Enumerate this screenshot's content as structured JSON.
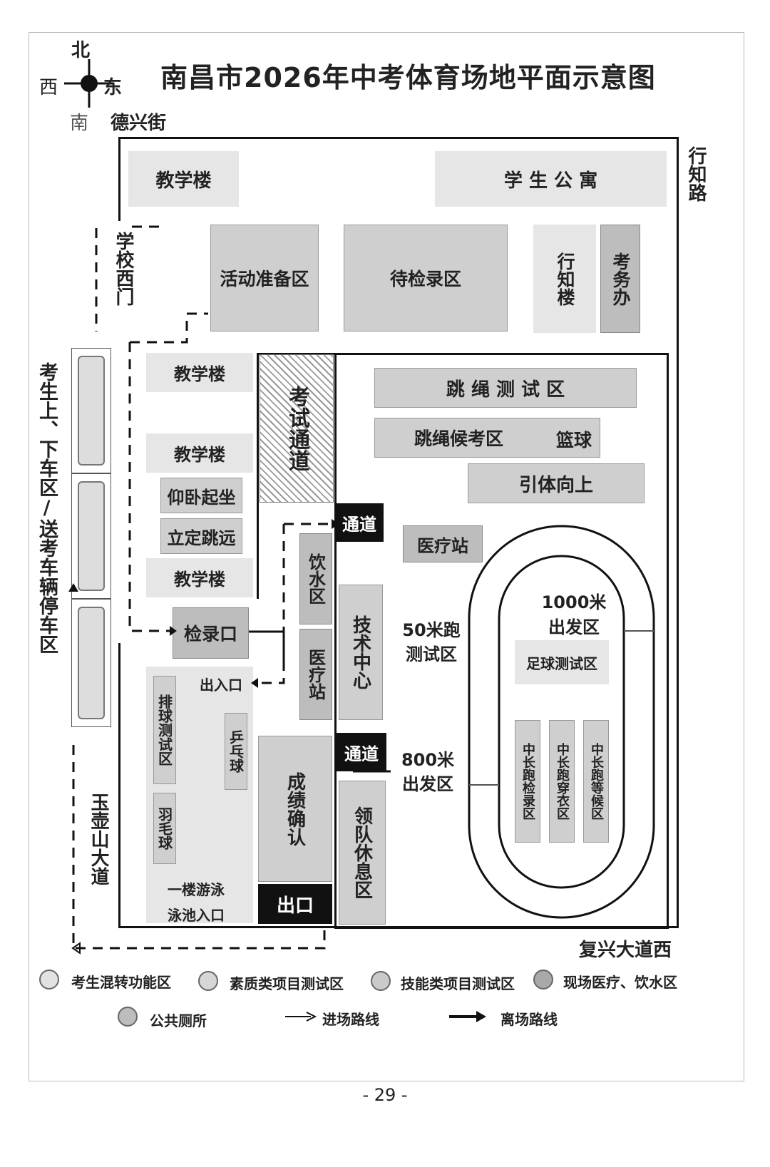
{
  "title": "南昌市2026年中考体育场地平面示意图",
  "compass": {
    "north": "北",
    "south": "南",
    "east": "东",
    "west": "西"
  },
  "streets": {
    "north": "德兴街",
    "east": "行知路",
    "south": "复兴大道西",
    "west": "玉壶山大道",
    "parking": "考生上、下车区/送考车辆停车区"
  },
  "buildings": {
    "teach_top": "教学楼",
    "dorm": "学 生 公 寓",
    "west_gate": "学校西门",
    "activity": "活动准备区",
    "waiting": "待检录区",
    "xingzhi": "行知楼",
    "office": "考务办",
    "teach_1": "教学楼",
    "teach_2": "教学楼",
    "teach_3": "教学楼",
    "situps": "仰卧起坐",
    "longjump": "立定跳远",
    "check_in": "检录口",
    "exam_passage": "考试通道",
    "passage_1": "通道",
    "passage_2": "通道",
    "drinking": "饮水区",
    "medical_small": "医疗站",
    "tech_center": "技术中心",
    "entrance": "出入口",
    "volleyball": "排球测试区",
    "pingpong": "乒乓球",
    "badminton": "羽毛球",
    "swim": "一楼游泳",
    "pool_entry": "泳池入口",
    "score_confirm": "成绩确认",
    "exit": "出口",
    "leader_rest": "领队休息区",
    "rope_test": "跳 绳 测 试 区",
    "rope_wait": "跳绳候考区",
    "basketball": "篮球",
    "pullup": "引体向上",
    "medical_station": "医疗站",
    "run50": "50米跑测试区",
    "run800": "800米出发区",
    "run1000": "1000米出发区",
    "football": "足球测试区",
    "mid_check": "中长跑检录区",
    "mid_dress": "中长跑穿衣区",
    "mid_wait": "中长跑等候区"
  },
  "legend": [
    {
      "label": "考生混转功能区",
      "color": "#e2e2e2"
    },
    {
      "label": "素质类项目测试区",
      "color": "#d6d6d6"
    },
    {
      "label": "技能类项目测试区",
      "color": "#cacaca"
    },
    {
      "label": "现场医疗、饮水区",
      "color": "#a9a9a9"
    },
    {
      "label": "公共厕所",
      "color": "#bdbdbd"
    }
  ],
  "route_in": "进场路线",
  "route_out": "离场路线",
  "page_number": "- 29 -"
}
